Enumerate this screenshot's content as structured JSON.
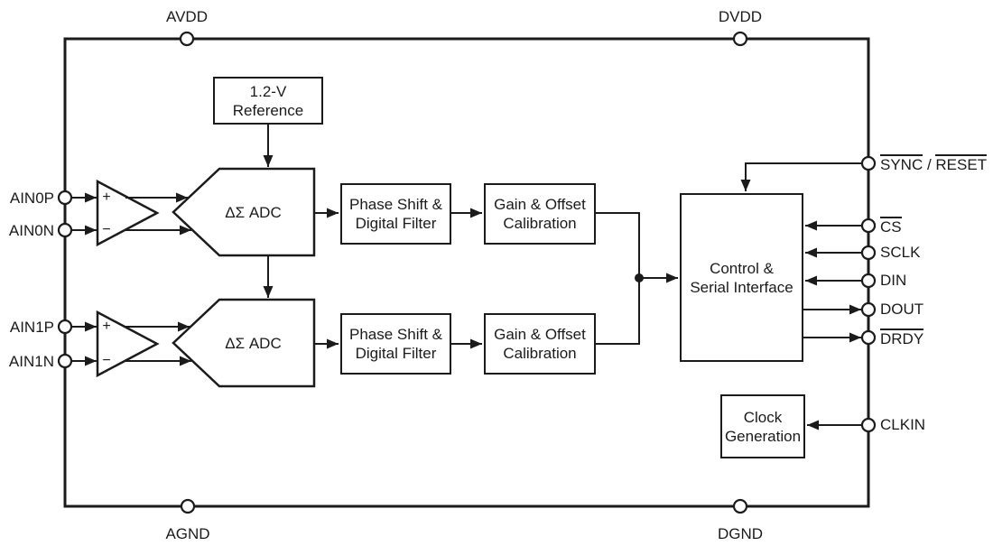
{
  "colors": {
    "ink": "#1b1b1b",
    "background": "#ffffff"
  },
  "blocks": {
    "reference": {
      "label": "1.2-V\nReference"
    },
    "adc_top": {
      "label": "ΔΣ ADC"
    },
    "adc_bottom": {
      "label": "ΔΣ ADC"
    },
    "phase_filter_top": {
      "label": "Phase Shift &\nDigital Filter"
    },
    "phase_filter_bottom": {
      "label": "Phase Shift &\nDigital Filter"
    },
    "calibration_top": {
      "label": "Gain & Offset\nCalibration"
    },
    "calibration_bottom": {
      "label": "Gain & Offset\nCalibration"
    },
    "control": {
      "label": "Control &\nSerial Interface"
    },
    "clock": {
      "label": "Clock\nGeneration"
    }
  },
  "amplifiers": {
    "top": {
      "plus": "+",
      "minus": "−"
    },
    "bottom": {
      "plus": "+",
      "minus": "−"
    }
  },
  "pins": {
    "top": [
      {
        "name": "AVDD"
      },
      {
        "name": "DVDD"
      }
    ],
    "bottom": [
      {
        "name": "AGND"
      },
      {
        "name": "DGND"
      }
    ],
    "left": [
      {
        "name": "AIN0P"
      },
      {
        "name": "AIN0N"
      },
      {
        "name": "AIN1P"
      },
      {
        "name": "AIN1N"
      }
    ],
    "right": {
      "sync_reset": {
        "part1": "SYNC",
        "separator": " / ",
        "part2": "RESET"
      },
      "cs": "CS",
      "sclk": "SCLK",
      "din": "DIN",
      "dout": "DOUT",
      "drdy": "DRDY",
      "clkin": "CLKIN"
    }
  }
}
